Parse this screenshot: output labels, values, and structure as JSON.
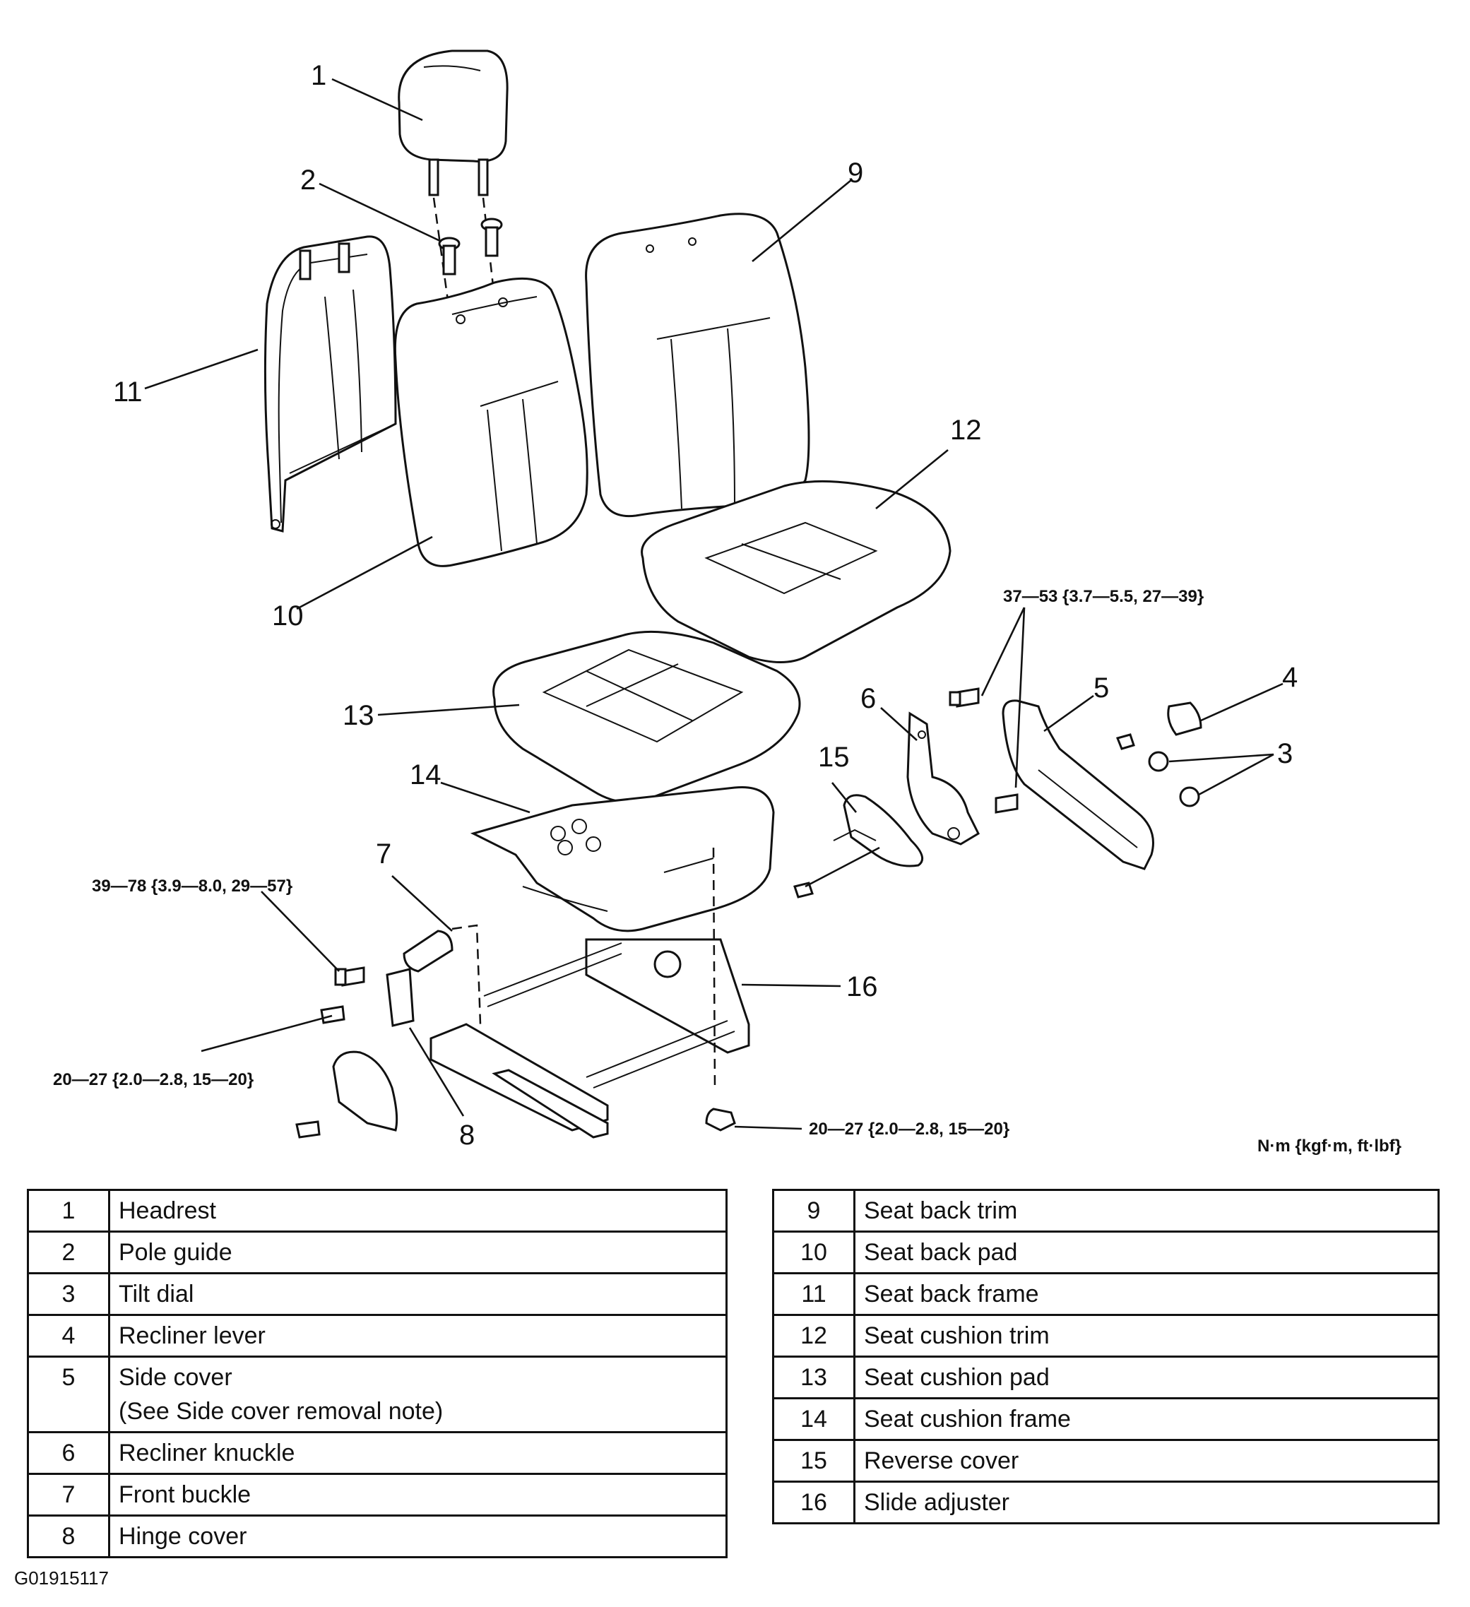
{
  "callouts": {
    "c1": "1",
    "c2": "2",
    "c3": "3",
    "c4": "4",
    "c5": "5",
    "c6": "6",
    "c7": "7",
    "c8": "8",
    "c9": "9",
    "c10": "10",
    "c11": "11",
    "c12": "12",
    "c13": "13",
    "c14": "14",
    "c15": "15",
    "c16": "16"
  },
  "torques": {
    "t_recliner": "37—53 {3.7—5.5, 27—39}",
    "t_buckle": "39—78 {3.9—8.0, 29—57}",
    "t_hinge": "20—27 {2.0—2.8, 15—20}",
    "t_slide": "20—27 {2.0—2.8, 15—20}"
  },
  "units": "N·m {kgf·m, ft·lbf}",
  "legend_left": [
    {
      "num": "1",
      "name": "Headrest"
    },
    {
      "num": "2",
      "name": "Pole guide"
    },
    {
      "num": "3",
      "name": "Tilt dial"
    },
    {
      "num": "4",
      "name": "Recliner lever"
    },
    {
      "num": "5",
      "name": "Side cover",
      "note": "(See Side cover removal note)"
    },
    {
      "num": "6",
      "name": "Recliner knuckle"
    },
    {
      "num": "7",
      "name": "Front buckle"
    },
    {
      "num": "8",
      "name": "Hinge cover"
    }
  ],
  "legend_right": [
    {
      "num": "9",
      "name": "Seat back trim"
    },
    {
      "num": "10",
      "name": "Seat back pad"
    },
    {
      "num": "11",
      "name": "Seat back frame"
    },
    {
      "num": "12",
      "name": "Seat cushion trim"
    },
    {
      "num": "13",
      "name": "Seat cushion pad"
    },
    {
      "num": "14",
      "name": "Seat cushion frame"
    },
    {
      "num": "15",
      "name": "Reverse cover"
    },
    {
      "num": "16",
      "name": "Slide adjuster"
    }
  ],
  "figure_id": "G01915117"
}
